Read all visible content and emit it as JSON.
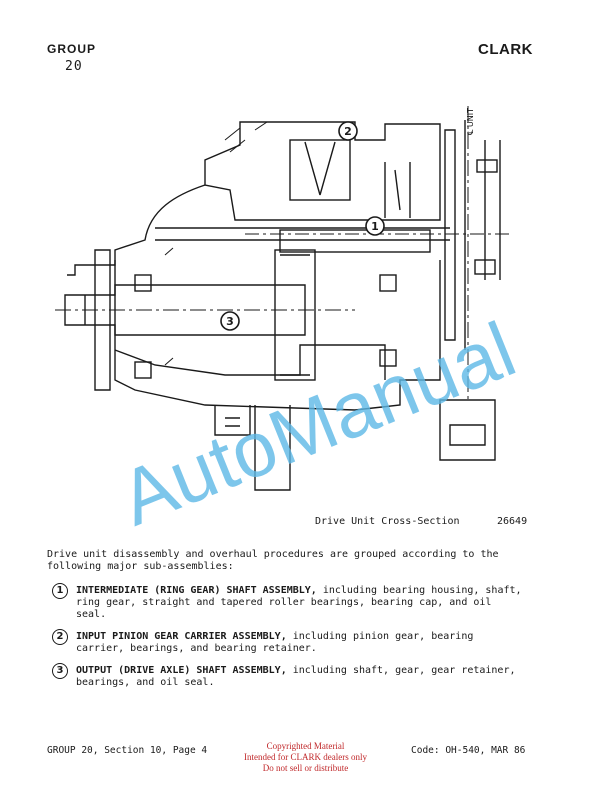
{
  "header": {
    "group_label": "GROUP",
    "group_number": "20",
    "brand": "CLARK"
  },
  "figure": {
    "callouts": [
      "1",
      "2",
      "3"
    ],
    "centerline_label": "℄ UNIT",
    "caption": "Drive Unit Cross-Section",
    "figure_number": "26649"
  },
  "watermark": {
    "text": "AutoManual",
    "color": "#5cb8e6"
  },
  "body": {
    "intro": "Drive unit disassembly and overhaul procedures are grouped according to the following major sub-assemblies:",
    "items": [
      {
        "number": "1",
        "title": "INTERMEDIATE (RING GEAR) SHAFT ASSEMBLY,",
        "text": " including bearing housing, shaft, ring gear, straight and tapered roller bearings, bearing cap, and oil seal."
      },
      {
        "number": "2",
        "title": "INPUT PINION GEAR CARRIER ASSEMBLY,",
        "text": " including pinion gear, bearing carrier, bearings, and bearing retainer."
      },
      {
        "number": "3",
        "title": "OUTPUT (DRIVE AXLE) SHAFT ASSEMBLY,",
        "text": " including shaft, gear, gear retainer, bearings, and oil seal."
      }
    ]
  },
  "footer": {
    "left": "GROUP 20, Section 10, Page 4",
    "copyright_line1": "Copyrighted Material",
    "copyright_line2": "Intended for CLARK dealers only",
    "copyright_line3": "Do not sell or distribute",
    "copyright_color": "#c0282a",
    "right": "Code: OH-540, MAR 86"
  }
}
